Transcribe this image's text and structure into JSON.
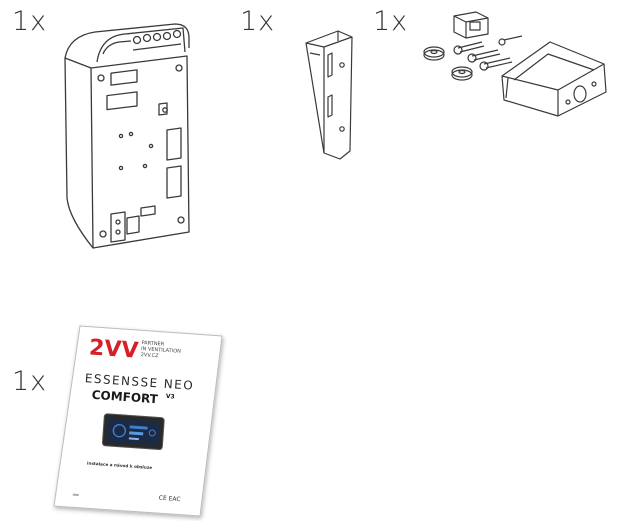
{
  "items": [
    {
      "id": "main-unit",
      "quantity": "1x",
      "icon": "ventilation-unit-drawing"
    },
    {
      "id": "wall-bracket",
      "quantity": "1x",
      "icon": "bracket-drawing"
    },
    {
      "id": "mounting-kit",
      "quantity": "1x",
      "icon": "mounting-kit-drawing"
    },
    {
      "id": "manual",
      "quantity": "1x",
      "icon": "manual-booklet-drawing"
    }
  ],
  "manual": {
    "logo_text": "2VV",
    "tagline_1": "PARTNER",
    "tagline_2": "IN VENTILATION",
    "tagline_3": "2VV.CZ",
    "product_line": "ESSENSSE NEO",
    "product_name": "COMFORT",
    "product_version": "V3",
    "footer_text": "instalace a návod k obsluze",
    "cert_marks": "CE EAC",
    "brand_colors": {
      "logo_red": "#d62027",
      "logo_blue": "#1f4e9c",
      "screen_dark": "#1d2a44",
      "screen_accent": "#3d7fd1"
    }
  }
}
